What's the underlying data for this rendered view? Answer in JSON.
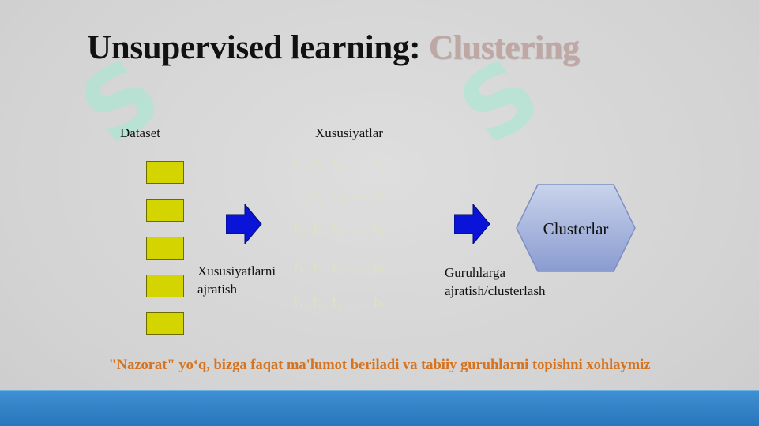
{
  "slide": {
    "title_main": "Unsupervised learning:",
    "title_accent": "Clustering",
    "dataset_label": "Dataset",
    "features_label": "Xususiyatlar",
    "features_rows": [
      "f₁, f₂, f₃, …, fₙ",
      "f₁, f₂, f₃, …, fₙ",
      "f₁, f₂, f₃, …, fₙ",
      "f₁, f₂, f₃, …, fₙ",
      "f₁, f₂, f₃, …, fₙ"
    ],
    "step1_line1": "Xususiyatlarni",
    "step1_line2": "ajratish",
    "step2_line1": "Guruhlarga",
    "step2_line2": "ajratish/clusterlash",
    "cluster_label": "Clusterlar",
    "footer_note": "\"Nazorat\" yo‘q, bizga faqat ma'lumot beriladi va tabiiy guruhlarni topishni xohlaymiz"
  },
  "dataset_item_count": 5,
  "colors": {
    "dataset_box": "#d4d400",
    "arrow": "#0a14d8",
    "hexagon_top": "#c7d2ea",
    "hexagon_bottom": "#8d9fd1",
    "footer_text": "#d6731f",
    "footer_bar": "#2f80c6"
  }
}
